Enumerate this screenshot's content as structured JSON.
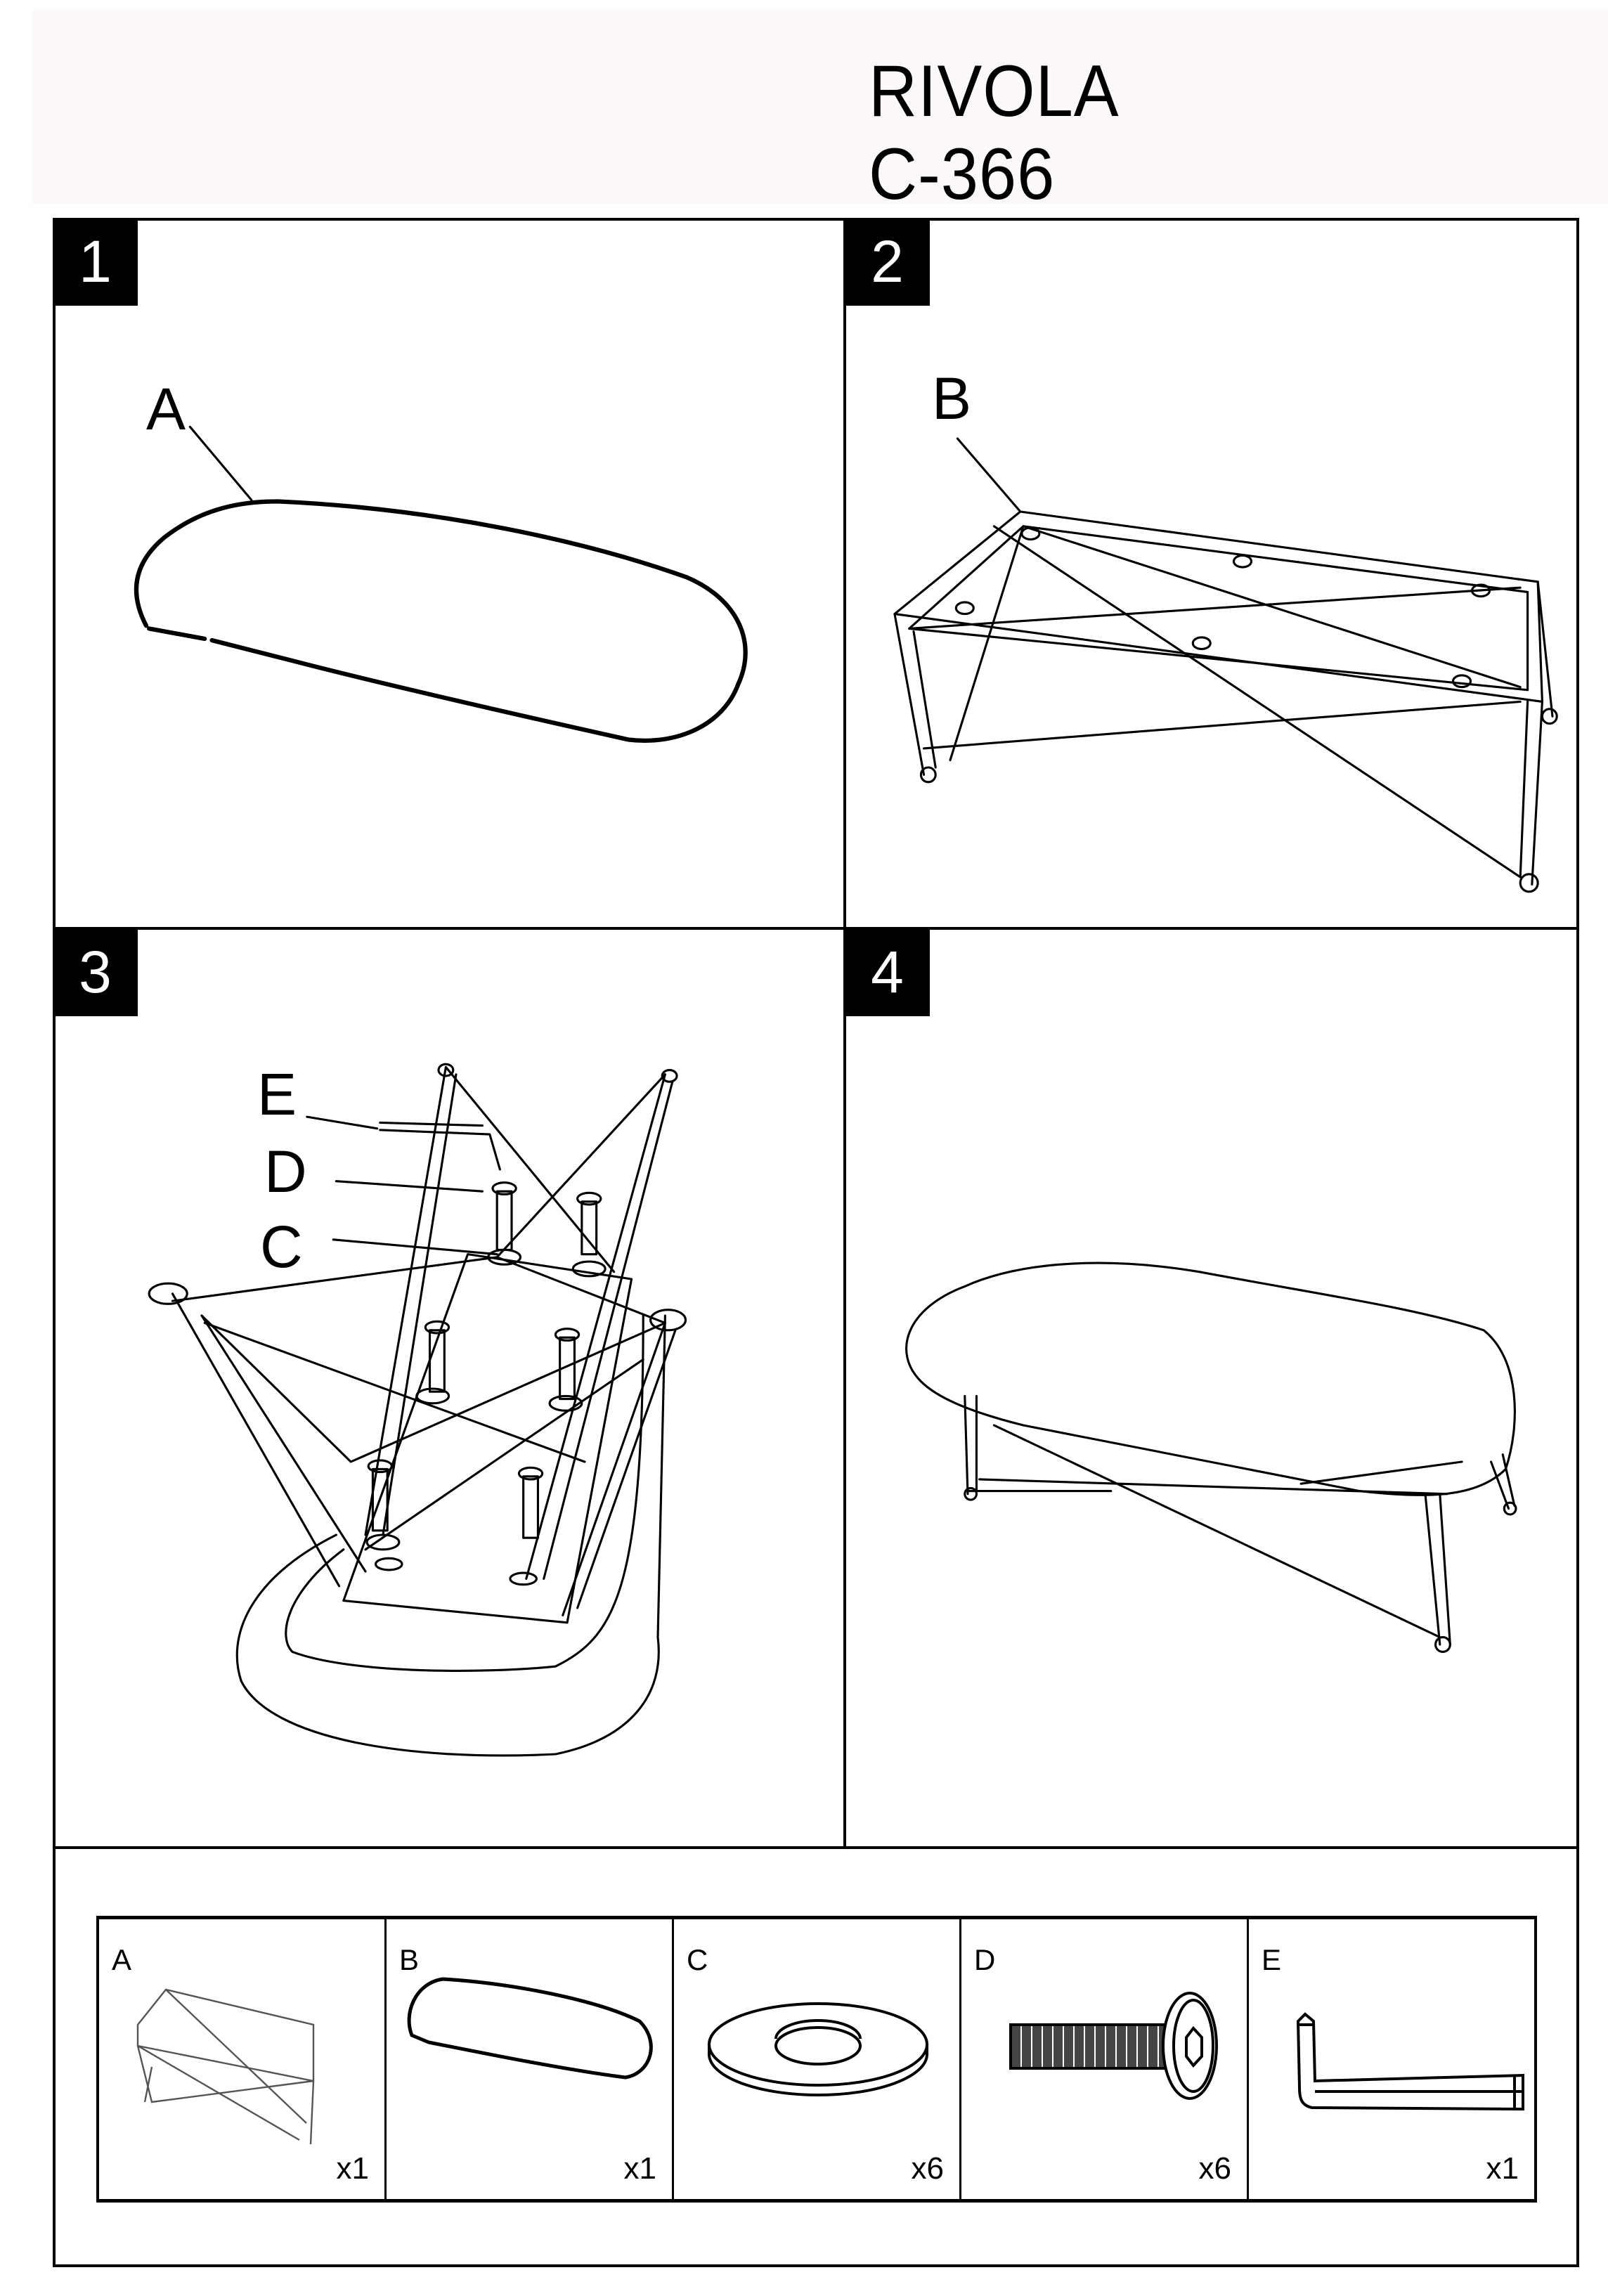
{
  "header": {
    "product_name": "RIVOLA",
    "model_code": "C-366"
  },
  "steps": [
    {
      "number": "1",
      "labels": [
        "A"
      ]
    },
    {
      "number": "2",
      "labels": [
        "B"
      ]
    },
    {
      "number": "3",
      "labels": [
        "E",
        "D",
        "C"
      ]
    },
    {
      "number": "4",
      "labels": []
    }
  ],
  "parts": [
    {
      "letter": "A",
      "quantity": "x1",
      "icon": "bench-frame-icon"
    },
    {
      "letter": "B",
      "quantity": "x1",
      "icon": "seat-cushion-icon"
    },
    {
      "letter": "C",
      "quantity": "x6",
      "icon": "washer-icon"
    },
    {
      "letter": "D",
      "quantity": "x6",
      "icon": "bolt-icon"
    },
    {
      "letter": "E",
      "quantity": "x1",
      "icon": "allen-key-icon"
    }
  ]
}
